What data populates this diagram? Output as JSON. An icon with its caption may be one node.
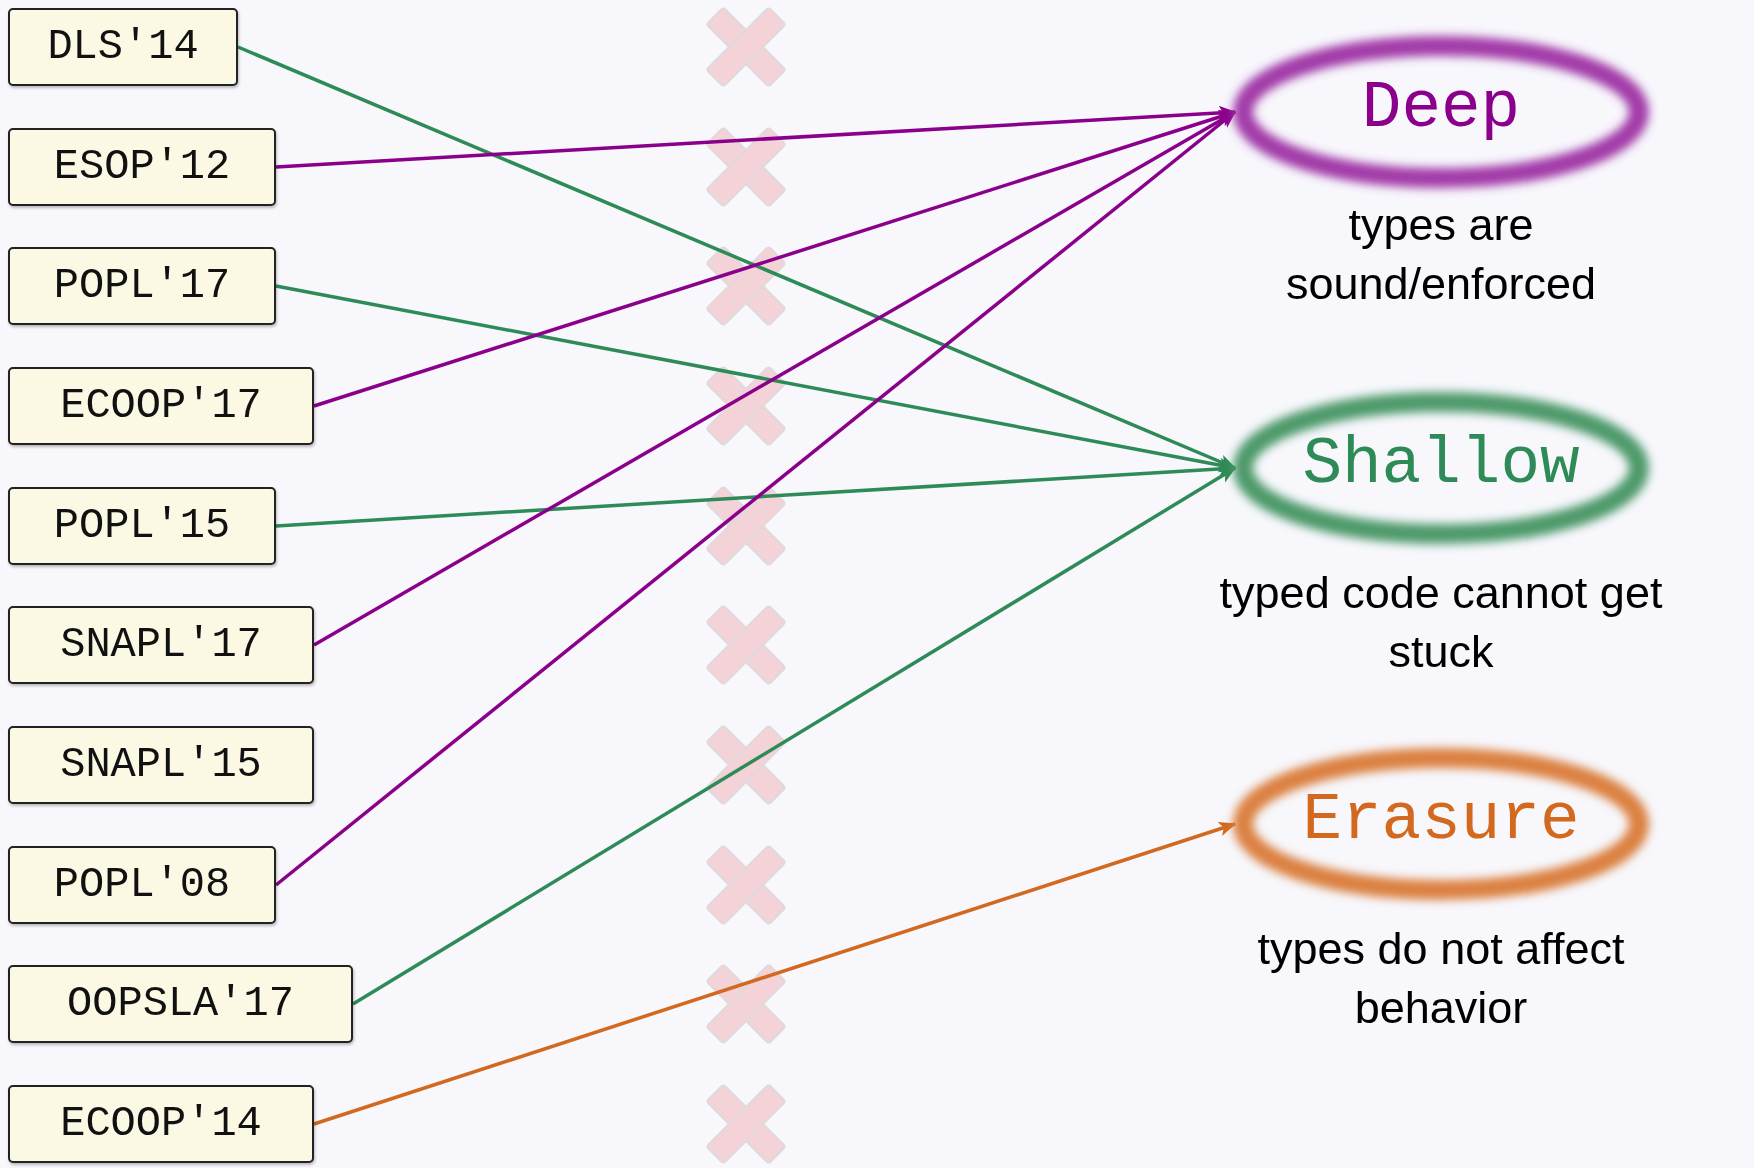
{
  "diagram": {
    "nodes": [
      {
        "text": [
          "DLS'14"
        ]
      },
      {
        "text": [
          "ESOP'12"
        ]
      },
      {
        "text": [
          "POPL'17"
        ]
      },
      {
        "text": [
          "ECOOP'17"
        ]
      },
      {
        "text": [
          "POPL'15"
        ]
      },
      {
        "text": [
          "SNAPL'17"
        ]
      },
      {
        "text": [
          "SNAPL'15"
        ]
      },
      {
        "text": [
          "POPL'08"
        ]
      },
      {
        "text": [
          "OOPSLA'17"
        ]
      },
      {
        "text": [
          "ECOOP'14"
        ]
      },
      {
        "text": [
          "Deep",
          "types are sound/enforced"
        ]
      },
      {
        "text": [
          "Shallow",
          "typed code cannot get stuck"
        ]
      },
      {
        "text": [
          "Erasure",
          "types do not affect behavior"
        ]
      }
    ],
    "edges": [
      {
        "from": 0,
        "to": 11,
        "arrow": "to",
        "color": "#2e8b57"
      },
      {
        "from": 1,
        "to": 10,
        "arrow": "to",
        "color": "#8b008b"
      },
      {
        "from": 2,
        "to": 11,
        "arrow": "to",
        "color": "#2e8b57"
      },
      {
        "from": 3,
        "to": 10,
        "arrow": "to",
        "color": "#8b008b"
      },
      {
        "from": 4,
        "to": 11,
        "arrow": "to",
        "color": "#2e8b57"
      },
      {
        "from": 5,
        "to": 10,
        "arrow": "to",
        "color": "#8b008b"
      },
      {
        "from": 7,
        "to": 10,
        "arrow": "to",
        "color": "#8b008b"
      },
      {
        "from": 8,
        "to": 11,
        "arrow": "to",
        "color": "#2e8b57"
      },
      {
        "from": 9,
        "to": 12,
        "arrow": "to",
        "color": "#d2691e"
      }
    ]
  }
}
